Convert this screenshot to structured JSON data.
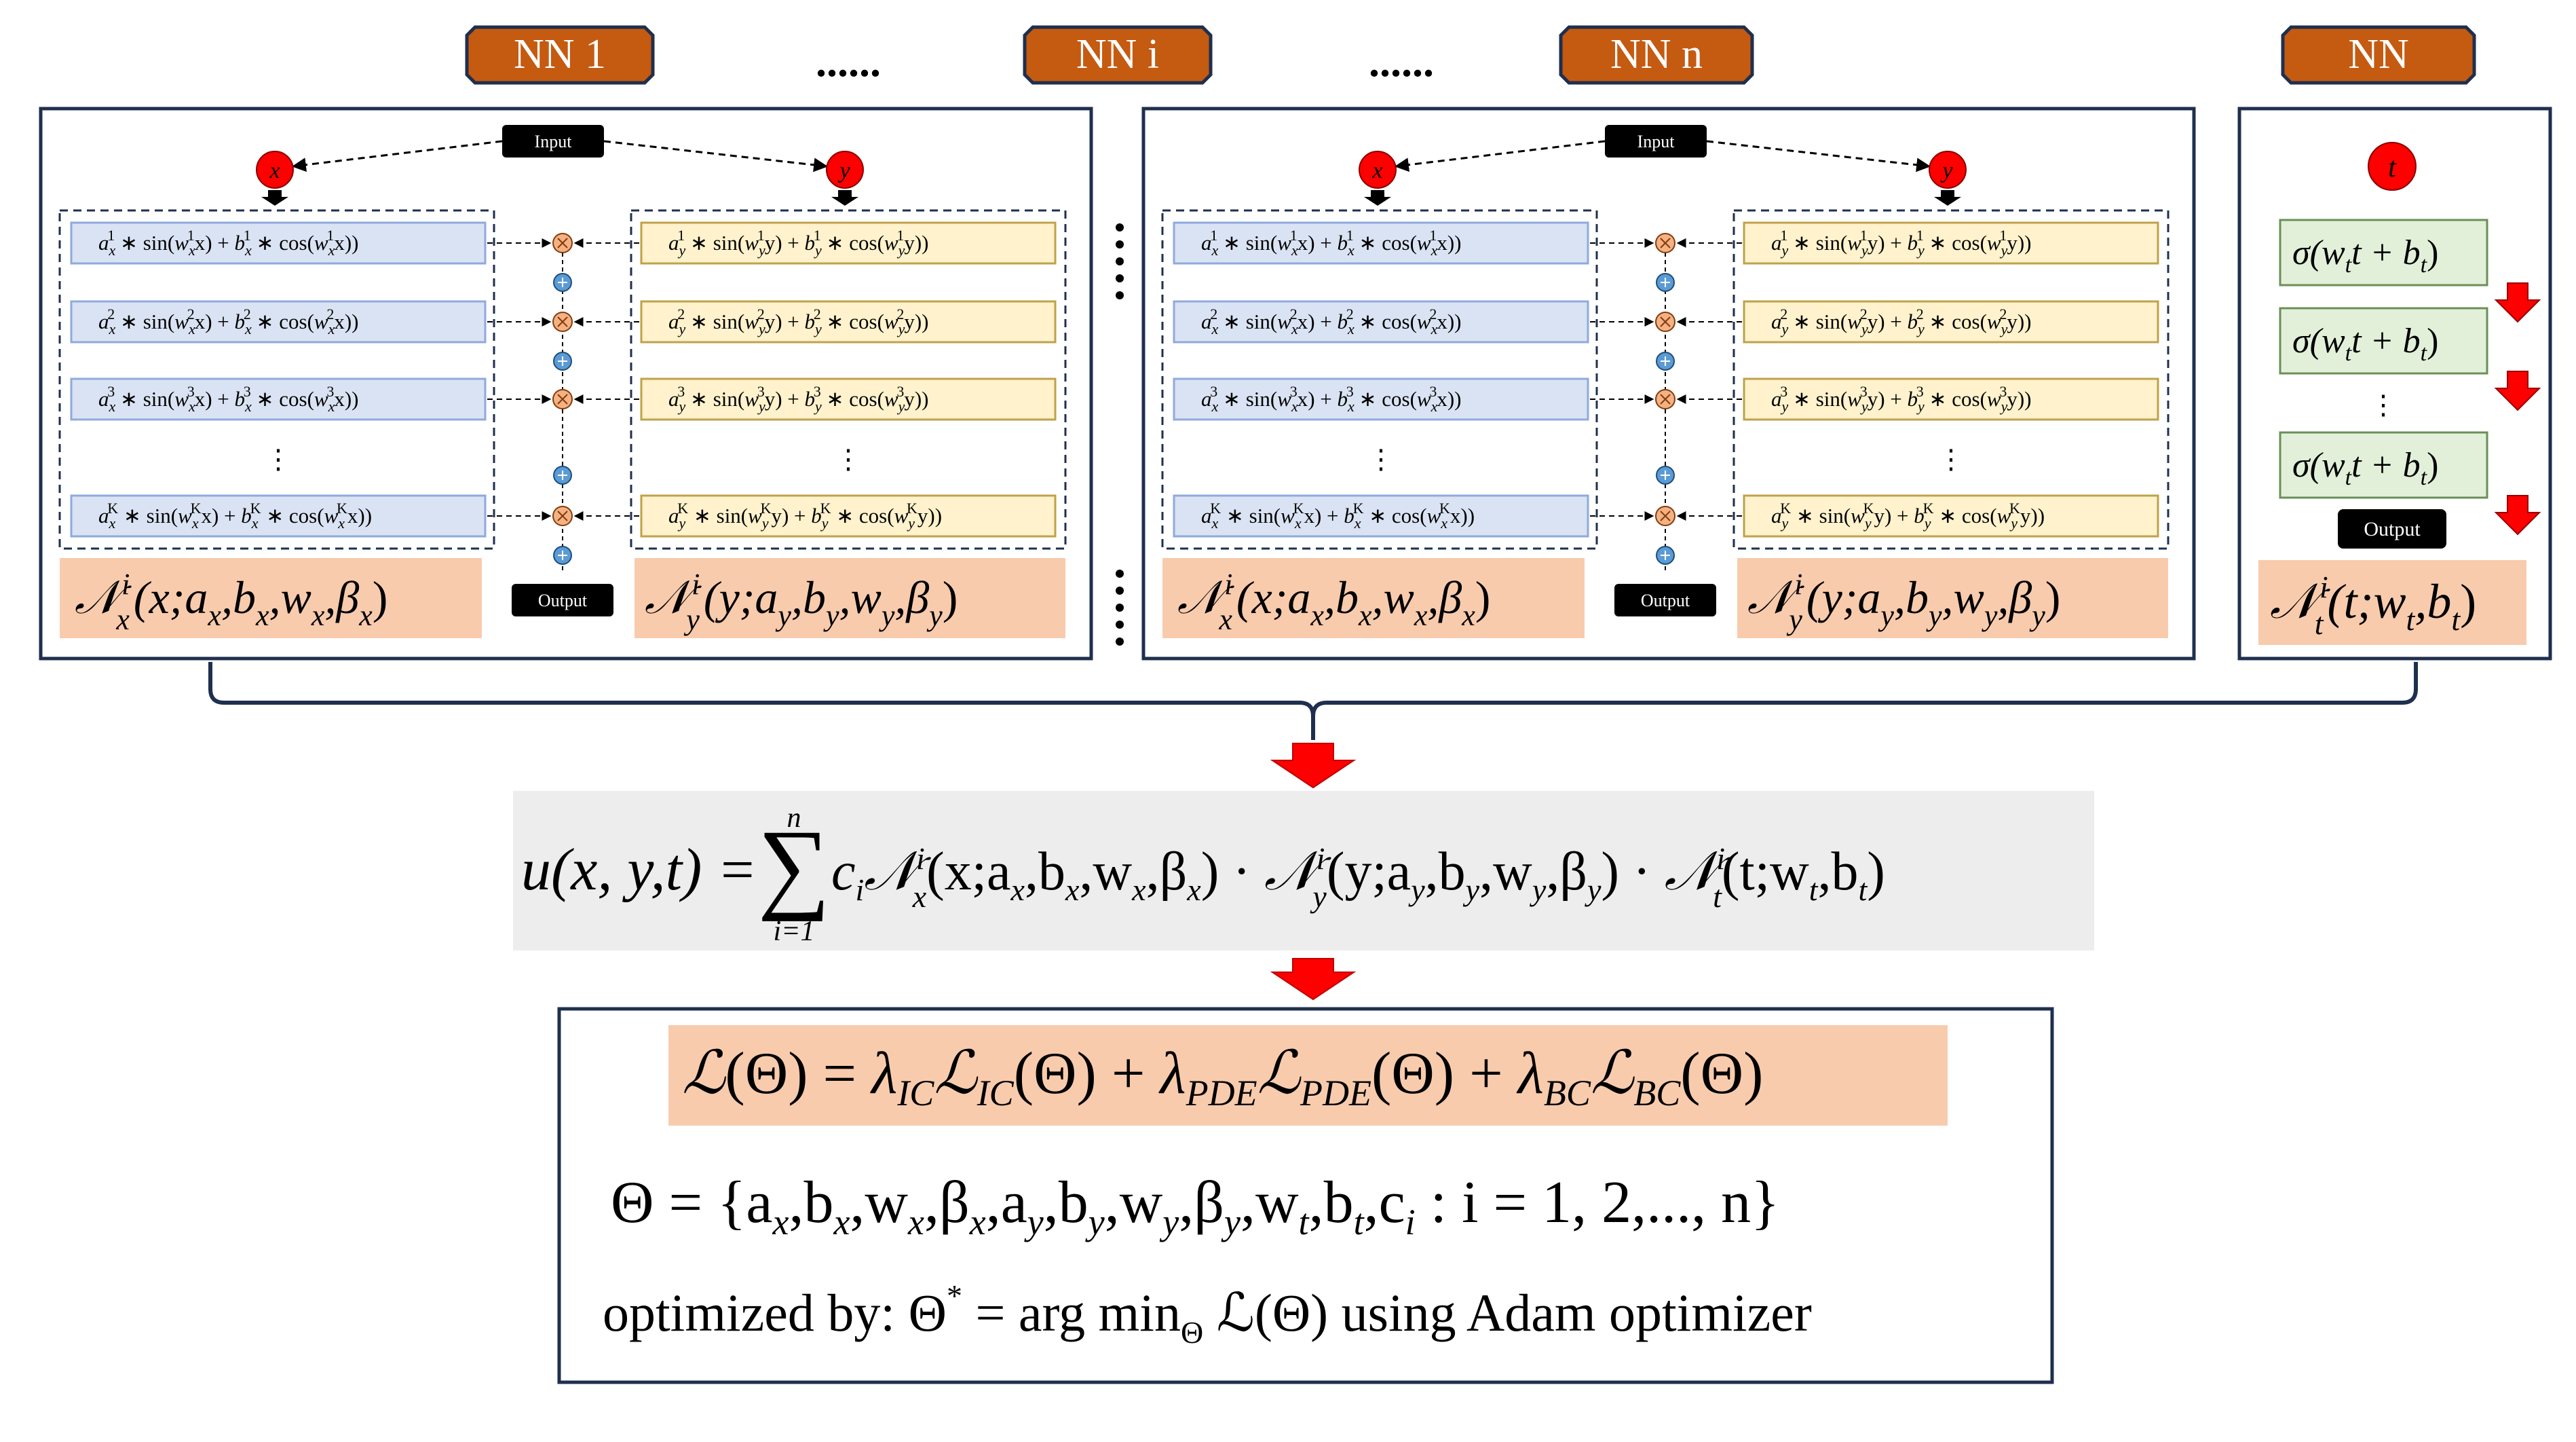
{
  "tabs": {
    "nn1": "NN 1",
    "nni": "NN i",
    "nnn": "NN n",
    "nnt": "NN",
    "dots": "......"
  },
  "block": {
    "input": "Input",
    "output": "Output",
    "x": "x",
    "y": "y",
    "dots_v": "⋮",
    "x_rows": [
      {
        "a": "a",
        "k": "1",
        "op1": " ∗ sin(",
        "w": "w",
        "op2": "x) + ",
        "b": "b",
        "op3": " ∗ cos(",
        "end": "x))"
      },
      {
        "a": "a",
        "k": "2",
        "op1": " ∗ sin(",
        "w": "w",
        "op2": "x) + ",
        "b": "b",
        "op3": " ∗ cos(",
        "end": "x))"
      },
      {
        "a": "a",
        "k": "3",
        "op1": " ∗ sin(",
        "w": "w",
        "op2": "x) + ",
        "b": "b",
        "op3": " ∗ cos(",
        "end": "x))"
      },
      {
        "a": "a",
        "k": "K",
        "op1": " ∗ sin(",
        "w": "w",
        "op2": "x) + ",
        "b": "b",
        "op3": " ∗ cos(",
        "end": "x))"
      }
    ],
    "y_rows": [
      {
        "a": "a",
        "k": "1",
        "op1": " ∗ sin(",
        "w": "w",
        "op2": "y) + ",
        "b": "b",
        "op3": " ∗ cos(",
        "end": "y))"
      },
      {
        "a": "a",
        "k": "2",
        "op1": " ∗ sin(",
        "w": "w",
        "op2": "y) + ",
        "b": "b",
        "op3": " ∗ cos(",
        "end": "y))"
      },
      {
        "a": "a",
        "k": "3",
        "op1": " ∗ sin(",
        "w": "w",
        "op2": "y) + ",
        "b": "b",
        "op3": " ∗ cos(",
        "end": "y))"
      },
      {
        "a": "a",
        "k": "K",
        "op1": " ∗ sin(",
        "w": "w",
        "op2": "y) + ",
        "b": "b",
        "op3": " ∗ cos(",
        "end": "y))"
      }
    ],
    "nx": {
      "N": "𝒩",
      "sub": "x",
      "sup": "i",
      "args": "(x;a",
      "c1": ",b",
      "c2": ",w",
      "c3": ",β",
      "close": ")"
    },
    "ny": {
      "N": "𝒩",
      "sub": "y",
      "sup": "i",
      "args": "(y;a",
      "c1": ",b",
      "c2": ",w",
      "c3": ",β",
      "close": ")"
    }
  },
  "time_block": {
    "t": "t",
    "sigma": "σ(w",
    "sub": "t",
    "mid": "t + b",
    "close": ")",
    "dots_v": "⋮",
    "output": "Output",
    "nt": {
      "N": "𝒩",
      "sub": "t",
      "sup": "i",
      "args": "(t;w",
      "c1": ",b",
      "close": ")"
    }
  },
  "sum_formula": {
    "lhs": "u(x, y,t) = ",
    "sum": "∑",
    "upper": "n",
    "lower": "i=1",
    "c": "c",
    "ci": "i",
    "N": "𝒩",
    "dot": "·"
  },
  "loss": {
    "line1": {
      "L": "ℒ",
      "theta": "(Θ) = ",
      "lam": "λ",
      "ic": "IC",
      "pde": "PDE",
      "bc": "BC",
      "plus": " + "
    },
    "line2": "Θ = {a",
    "line2_parts": [
      ",b",
      ",w",
      ",β",
      ",a",
      ",b",
      ",w",
      ",β",
      ",w",
      ",b",
      ",c"
    ],
    "line2_subs": [
      "x",
      "x",
      "x",
      "x",
      "y",
      "y",
      "y",
      "y",
      "t",
      "t",
      "i"
    ],
    "line2_tail": " : i = 1, 2,..., n}",
    "line3_pre": "optimized by: Θ",
    "line3_star": "*",
    "line3_mid": " = arg min",
    "line3_sub": "Θ",
    "line3_post": " ℒ(Θ) using Adam optimizer"
  },
  "colors": {
    "tab_fill": "#c55a11",
    "frame": "#1f2f4e",
    "x_row_fill": "#dae3f3",
    "x_row_stroke": "#8faadc",
    "y_row_fill": "#fff2cc",
    "y_row_stroke": "#bfa24a",
    "t_row_fill": "#e2f0d9",
    "t_row_stroke": "#6a8f58",
    "peach": "#f8cbad",
    "formula_bg": "#ededed",
    "red": "#ff0000",
    "orange_node": "#f4b183",
    "blue_node": "#5b9bd5"
  }
}
